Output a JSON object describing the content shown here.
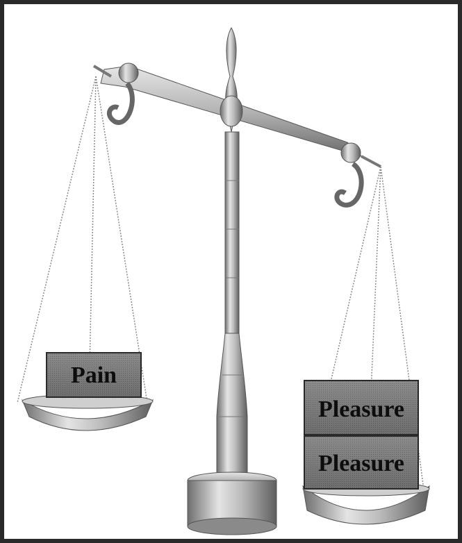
{
  "weights": {
    "left": [
      "Pain"
    ],
    "right": [
      "Pleasure",
      "Pleasure"
    ]
  }
}
